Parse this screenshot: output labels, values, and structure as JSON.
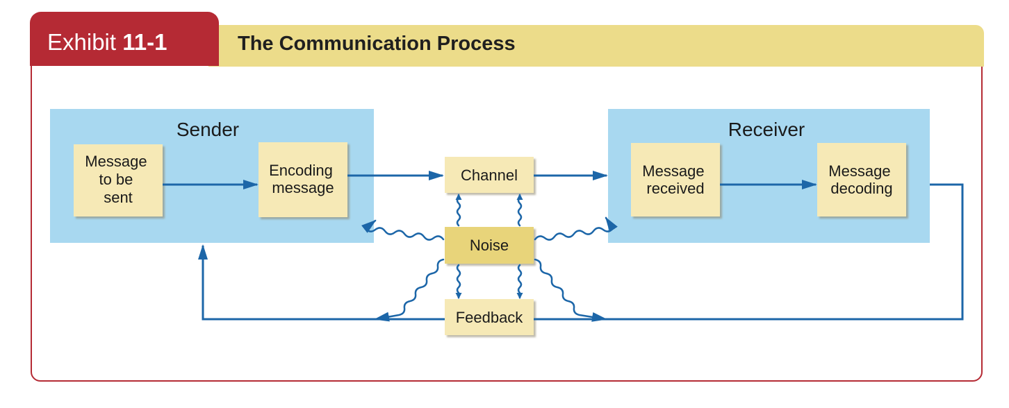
{
  "header": {
    "exhibit_word": "Exhibit",
    "exhibit_number": "11-1",
    "title": "The Communication Process"
  },
  "diagram": {
    "sender": {
      "title": "Sender",
      "message_lines": [
        "Message",
        "to be",
        "sent"
      ],
      "encoding_lines": [
        "Encoding",
        "message"
      ]
    },
    "receiver": {
      "title": "Receiver",
      "received_lines": [
        "Message",
        "received"
      ],
      "decoding_lines": [
        "Message",
        "decoding"
      ]
    },
    "channel": "Channel",
    "noise": "Noise",
    "feedback": "Feedback"
  },
  "colors": {
    "accent_red": "#b52a34",
    "header_band": "#ecdc8a",
    "panel_blue": "#a8d8f0",
    "note_yellow": "#f6e9b6",
    "noise_yellow": "#e8d47a",
    "arrow_blue": "#1c66a8"
  }
}
